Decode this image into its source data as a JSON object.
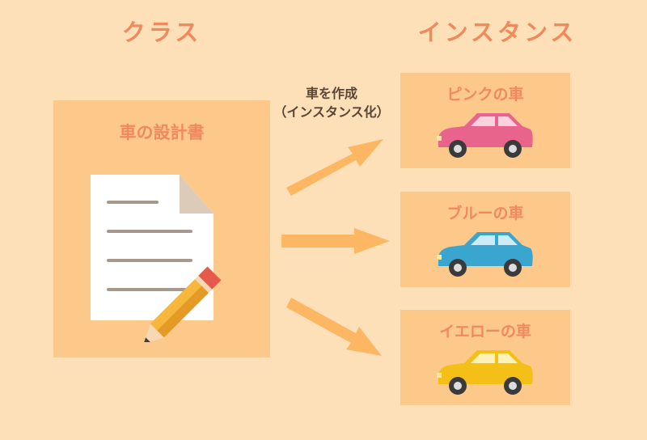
{
  "headings": {
    "class": "クラス",
    "instance": "インスタンス"
  },
  "blueprint": {
    "title": "車の設計書"
  },
  "arrow_caption": {
    "line1": "車を作成",
    "line2": "（インスタンス化）"
  },
  "cars": [
    {
      "label": "ピンクの車",
      "color": "#e8648c",
      "window": "#fbd0df"
    },
    {
      "label": "ブルーの車",
      "color": "#3aa6d0",
      "window": "#c9ecf8"
    },
    {
      "label": "イエローの車",
      "color": "#f4bf16",
      "window": "#fff1b8"
    }
  ],
  "colors": {
    "background": "#fde0b8",
    "panel": "#fdc98a",
    "accent_text": "#f08a5c",
    "arrow": "#fdb662"
  }
}
